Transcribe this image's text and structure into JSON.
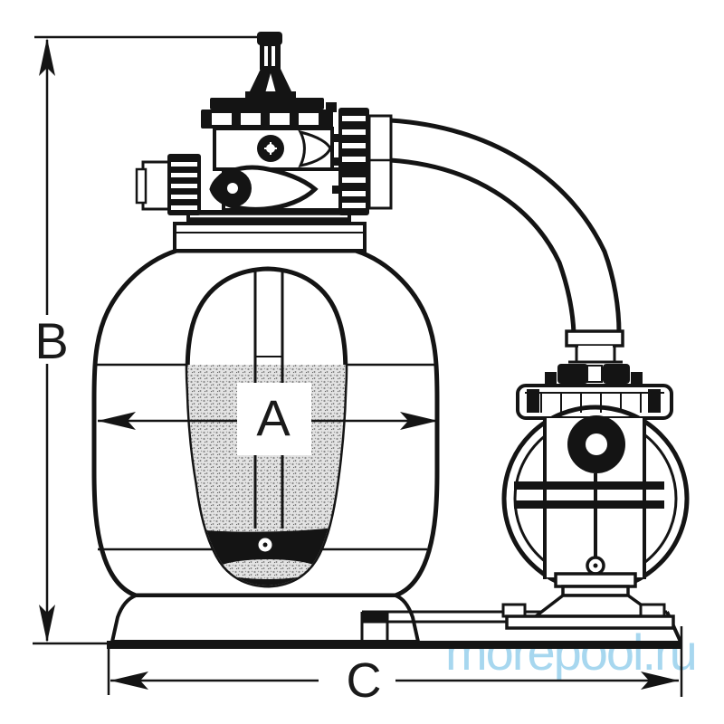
{
  "labels": {
    "a": "A",
    "b": "B",
    "c": "C"
  },
  "watermark": {
    "text": "morepool.ru",
    "color": "#a7d7ef"
  },
  "colors": {
    "line": "#141414",
    "background": "#ffffff",
    "sand_dot": "#7c7c7c",
    "fill_black": "#111111"
  }
}
